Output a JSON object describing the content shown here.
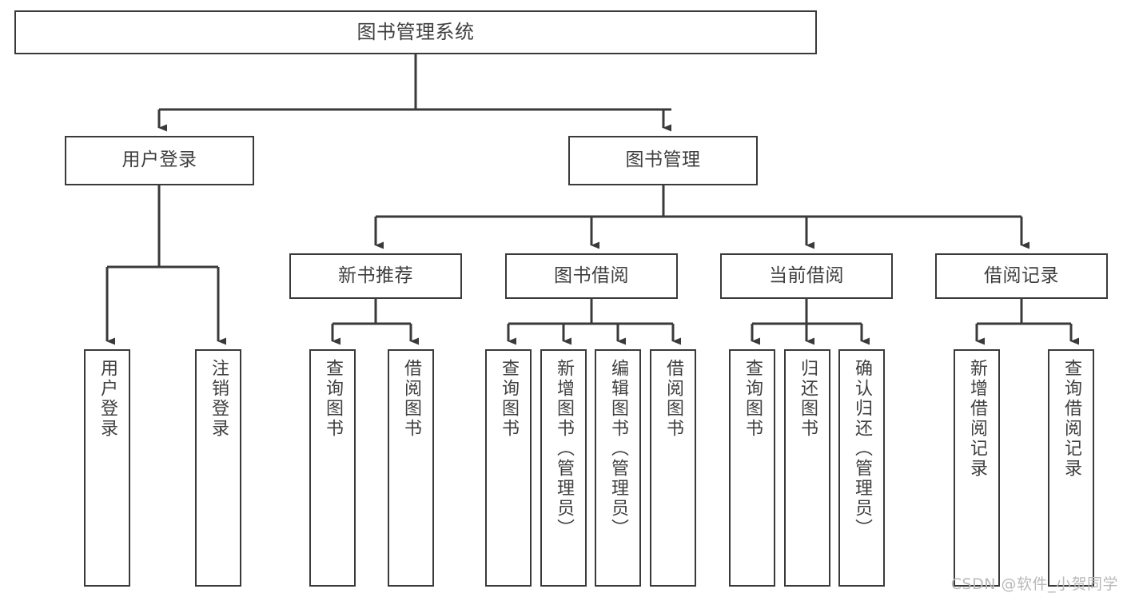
{
  "diagram": {
    "title": "图书管理系统",
    "type": "tree-hierarchy-chart",
    "watermark": "CSDN @软件_小贺同学",
    "stroke_color": "#3a3a3a",
    "text_color": "#3f3f3f",
    "background_color": "#ffffff"
  },
  "nodes": {
    "root": {
      "label": "图书管理系统"
    },
    "level2": [
      {
        "label": "用户登录"
      },
      {
        "label": "图书管理"
      }
    ],
    "level3": [
      {
        "label": "新书推荐"
      },
      {
        "label": "图书借阅"
      },
      {
        "label": "当前借阅"
      },
      {
        "label": "借阅记录"
      }
    ],
    "leaves": {
      "user_login": [
        {
          "label": "用户登录"
        },
        {
          "label": "注销登录"
        }
      ],
      "new_book": [
        {
          "label": "查询图书"
        },
        {
          "label": "借阅图书"
        }
      ],
      "book_borrow": [
        {
          "label": "查询图书"
        },
        {
          "label": "新增图书（管理员）"
        },
        {
          "label": "编辑图书（管理员）"
        },
        {
          "label": "借阅图书"
        }
      ],
      "current_borrow": [
        {
          "label": "查询图书"
        },
        {
          "label": "归还图书"
        },
        {
          "label": "确认归还（管理员）"
        }
      ],
      "borrow_record": [
        {
          "label": "新增借阅记录"
        },
        {
          "label": "查询借阅记录"
        }
      ]
    }
  },
  "chart_data": {
    "type": "tree",
    "title": "图书管理系统",
    "root": "图书管理系统",
    "edges": [
      {
        "from": "图书管理系统",
        "to": "用户登录"
      },
      {
        "from": "图书管理系统",
        "to": "图书管理"
      },
      {
        "from": "用户登录",
        "to": "用户登录"
      },
      {
        "from": "用户登录",
        "to": "注销登录"
      },
      {
        "from": "图书管理",
        "to": "新书推荐"
      },
      {
        "from": "图书管理",
        "to": "图书借阅"
      },
      {
        "from": "图书管理",
        "to": "当前借阅"
      },
      {
        "from": "图书管理",
        "to": "借阅记录"
      },
      {
        "from": "新书推荐",
        "to": "查询图书"
      },
      {
        "from": "新书推荐",
        "to": "借阅图书"
      },
      {
        "from": "图书借阅",
        "to": "查询图书"
      },
      {
        "from": "图书借阅",
        "to": "新增图书（管理员）"
      },
      {
        "from": "图书借阅",
        "to": "编辑图书（管理员）"
      },
      {
        "from": "图书借阅",
        "to": "借阅图书"
      },
      {
        "from": "当前借阅",
        "to": "查询图书"
      },
      {
        "from": "当前借阅",
        "to": "归还图书"
      },
      {
        "from": "当前借阅",
        "to": "确认归还（管理员）"
      },
      {
        "from": "借阅记录",
        "to": "新增借阅记录"
      },
      {
        "from": "借阅记录",
        "to": "查询借阅记录"
      }
    ],
    "levels": 4,
    "node_count": 20
  }
}
